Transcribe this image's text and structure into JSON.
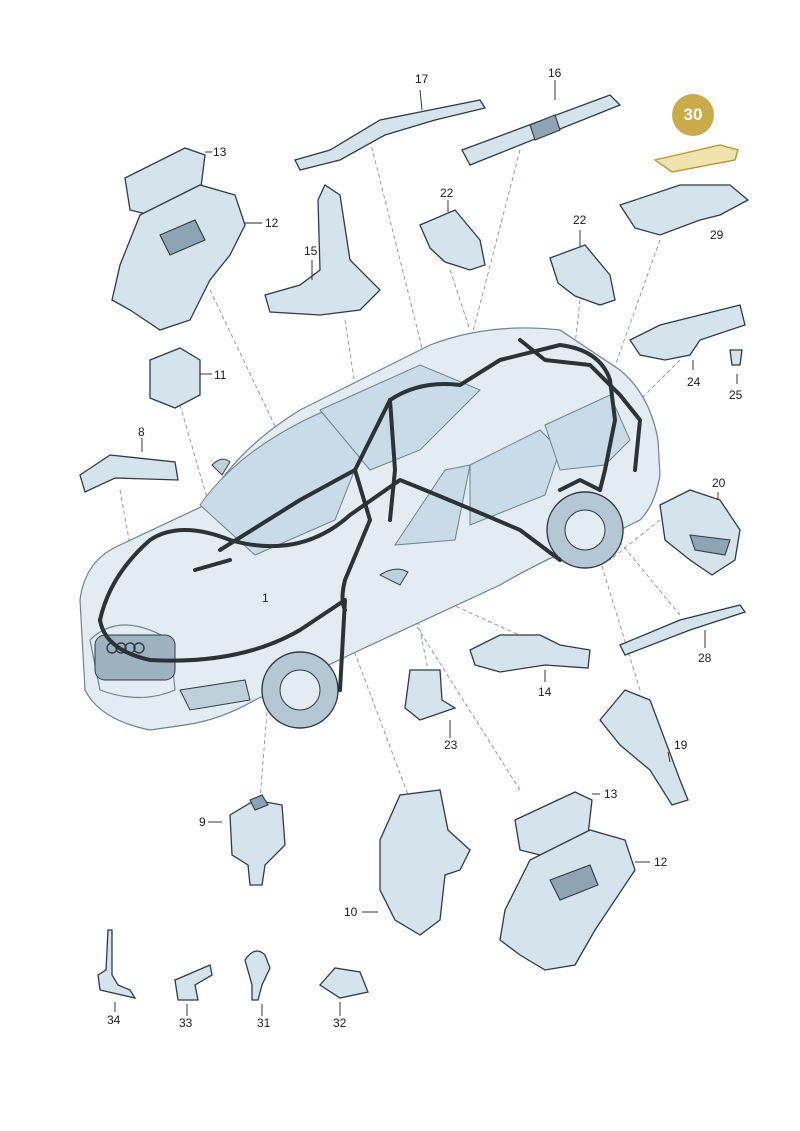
{
  "highlight": {
    "number": "30",
    "color": "#c9ab4a"
  },
  "colors": {
    "part_fill": "#d5e3ec",
    "outline": "#2f3b44",
    "car_body": "#e3ecf2",
    "wiring": "#2b3238"
  },
  "callouts": [
    {
      "id": "17",
      "text": "17"
    },
    {
      "id": "16",
      "text": "16"
    },
    {
      "id": "13a",
      "text": "13"
    },
    {
      "id": "12a",
      "text": "12"
    },
    {
      "id": "22a",
      "text": "22"
    },
    {
      "id": "22b",
      "text": "22"
    },
    {
      "id": "29",
      "text": "29"
    },
    {
      "id": "15",
      "text": "15"
    },
    {
      "id": "11",
      "text": "11"
    },
    {
      "id": "24",
      "text": "24"
    },
    {
      "id": "25",
      "text": "25"
    },
    {
      "id": "8",
      "text": "8"
    },
    {
      "id": "20",
      "text": "20"
    },
    {
      "id": "1",
      "text": "1"
    },
    {
      "id": "28",
      "text": "28"
    },
    {
      "id": "14",
      "text": "14"
    },
    {
      "id": "19",
      "text": "19"
    },
    {
      "id": "23",
      "text": "23"
    },
    {
      "id": "13b",
      "text": "13"
    },
    {
      "id": "9",
      "text": "9"
    },
    {
      "id": "12b",
      "text": "12"
    },
    {
      "id": "10",
      "text": "10"
    },
    {
      "id": "34",
      "text": "34"
    },
    {
      "id": "33",
      "text": "33"
    },
    {
      "id": "31",
      "text": "31"
    },
    {
      "id": "32",
      "text": "32"
    }
  ]
}
